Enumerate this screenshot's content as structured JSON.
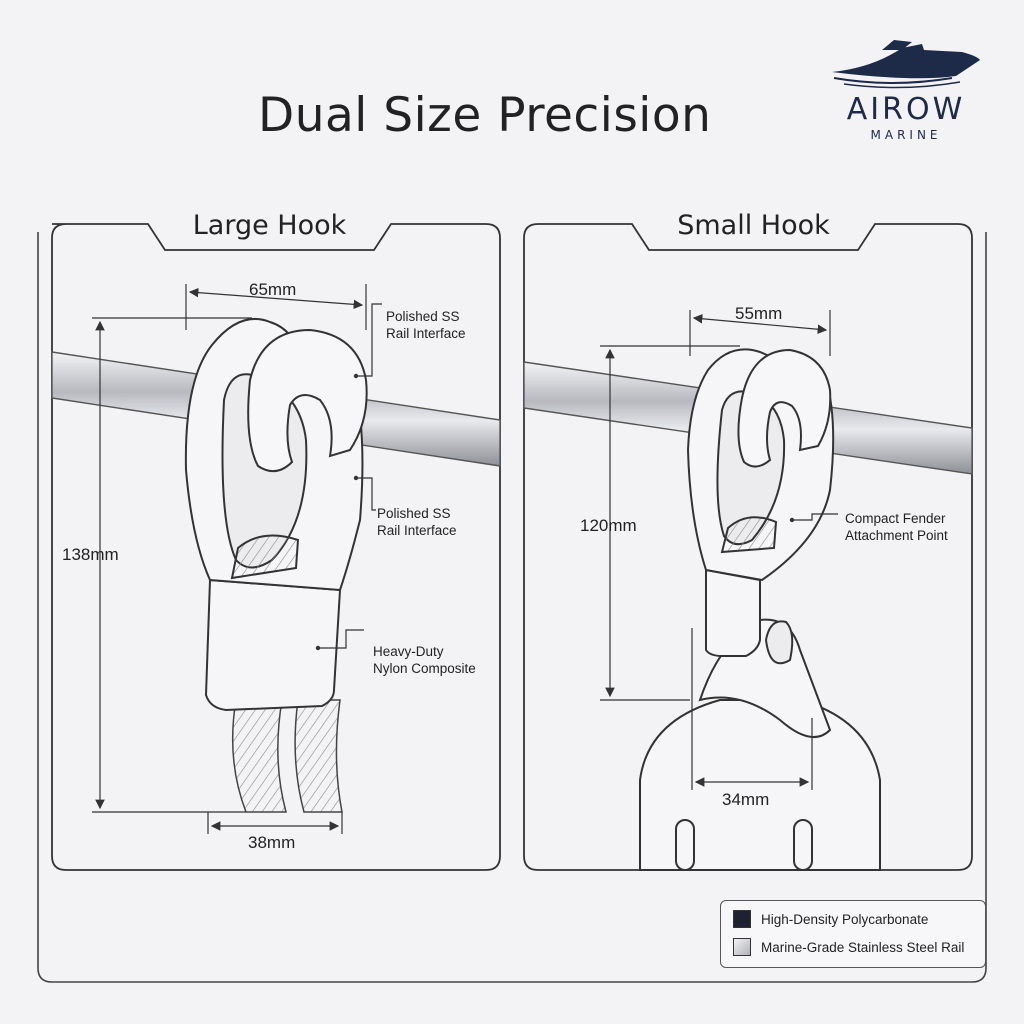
{
  "header": {
    "title": "Dual Size Precision"
  },
  "brand": {
    "name": "AIROW",
    "sub": "MARINE",
    "color": "#1d2a48"
  },
  "panels": {
    "large": {
      "title": "Large Hook",
      "width_dim": "65mm",
      "height_dim": "138mm",
      "base_dim": "38mm",
      "callout_top": "Polished SS\nRail Interface",
      "callout_mid": "Polished SS\nRail Interface",
      "callout_bottom": "Heavy-Duty\nNylon Composite"
    },
    "small": {
      "title": "Small Hook",
      "width_dim": "55mm",
      "height_dim": "120mm",
      "base_dim": "34mm",
      "callout": "Compact Fender\nAttachment Point"
    }
  },
  "legend": {
    "items": [
      {
        "label": "High-Density Polycarbonate",
        "color": "#1e2230"
      },
      {
        "label": "Marine-Grade Stainless Steel Rail",
        "color": "#d9dade"
      }
    ]
  },
  "icons": [
    "boat-logo-icon"
  ]
}
